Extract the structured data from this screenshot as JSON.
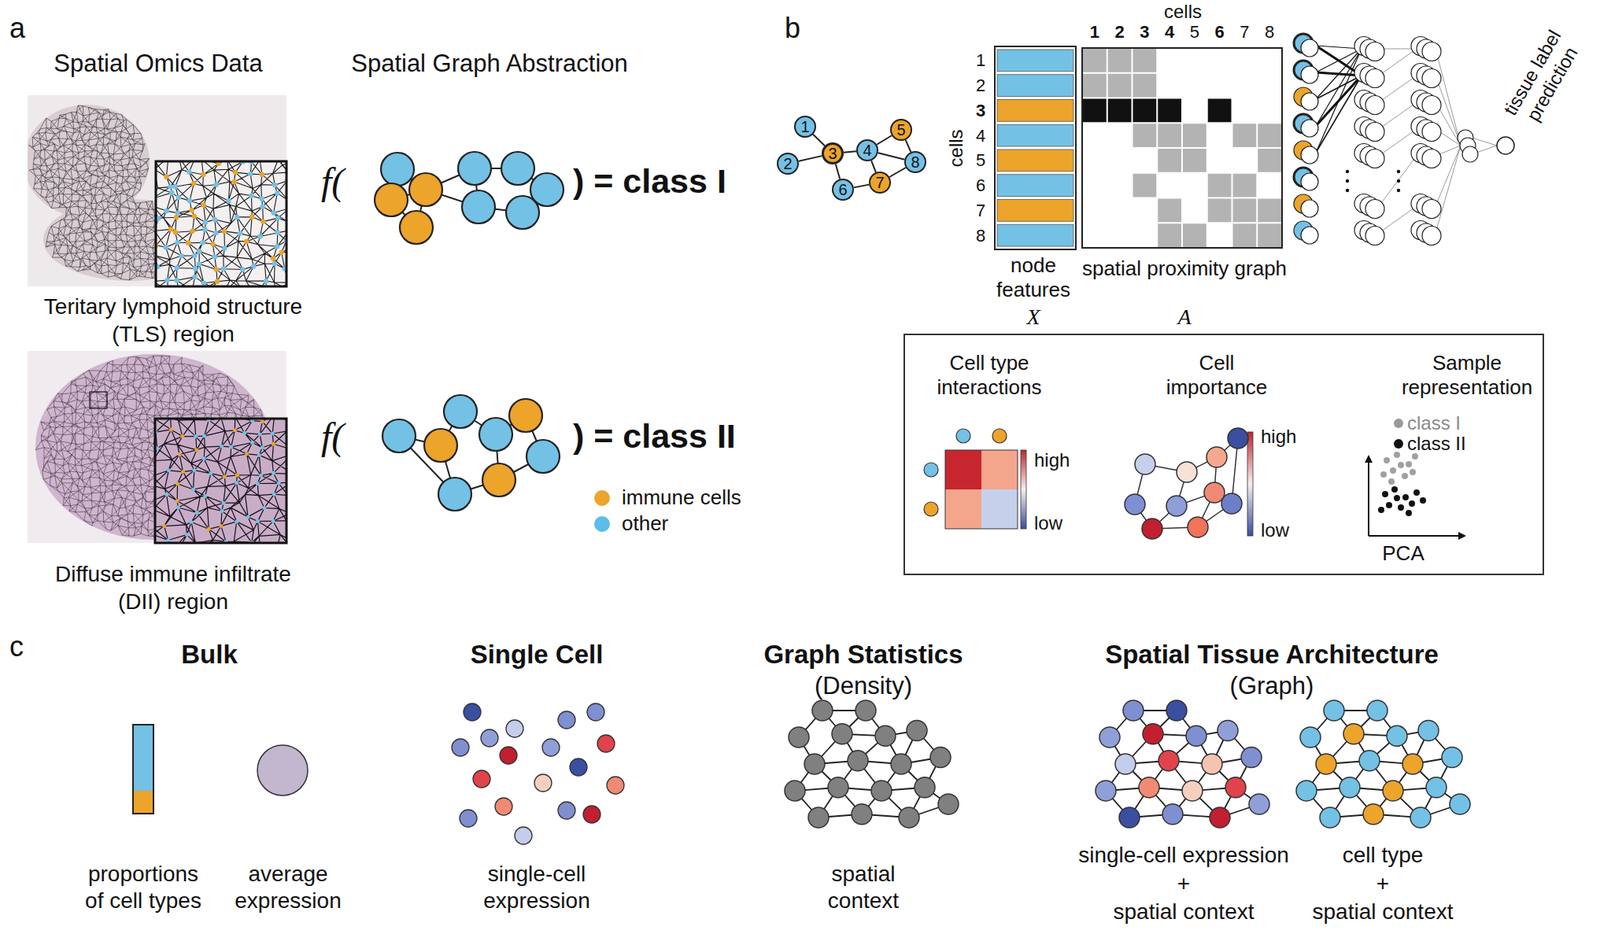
{
  "diagram": {
    "nodes": [
      {
        "text": [
          "1"
        ]
      },
      {
        "text": [
          "2"
        ]
      },
      {
        "text": [
          "3"
        ]
      },
      {
        "text": [
          "4"
        ]
      },
      {
        "text": [
          "5"
        ]
      },
      {
        "text": [
          "6"
        ]
      },
      {
        "text": [
          "7"
        ]
      },
      {
        "text": [
          "8"
        ]
      }
    ],
    "edges": [
      {
        "from": 0,
        "to": 2,
        "arrow": "none"
      },
      {
        "from": 1,
        "to": 2,
        "arrow": "none"
      },
      {
        "from": 2,
        "to": 3,
        "arrow": "none"
      },
      {
        "from": 2,
        "to": 5,
        "arrow": "none"
      },
      {
        "from": 3,
        "to": 4,
        "arrow": "none"
      },
      {
        "from": 3,
        "to": 6,
        "arrow": "none"
      },
      {
        "from": 3,
        "to": 7,
        "arrow": "none"
      },
      {
        "from": 4,
        "to": 7,
        "arrow": "none"
      },
      {
        "from": 5,
        "to": 6,
        "arrow": "none"
      },
      {
        "from": 6,
        "to": 7,
        "arrow": "none"
      }
    ],
    "labels": [
      "a",
      "Spatial Omics Data",
      "Spatial Graph Abstraction",
      "Teritary lymphoid structure (TLS) region",
      "f(",
      ") = class I",
      "Diffuse immune infiltrate (DII) region",
      "f(",
      ") = class II",
      "b",
      "cells",
      "1",
      "2",
      "3",
      "4",
      "5",
      "6",
      "7",
      "8",
      "cells",
      "1",
      "2",
      "3",
      "4",
      "5",
      "6",
      "7",
      "8",
      "node features",
      "spatial proximity graph",
      "X",
      "A",
      "tissue label prediction",
      "Cell type interactions",
      "high",
      "low",
      "Cell importance",
      "high",
      "low",
      "Sample representation",
      "PCA",
      "c",
      "Bulk",
      "proportions of cell types",
      "average expression",
      "Single Cell",
      "single-cell expression",
      "Graph Statistics",
      "(Density)",
      "spatial context",
      "Spatial Tissue Architecture",
      "(Graph)",
      "single-cell expression",
      "+",
      "spatial context",
      "cell type",
      "+",
      "spatial context"
    ],
    "legend": [
      {
        "text": "immune cells",
        "color": "#eca42b"
      },
      {
        "text": "other",
        "color": "#5bbde8"
      },
      {
        "text": "class I",
        "color": "#9a9a9a"
      },
      {
        "text": "class II",
        "color": "#111111"
      }
    ]
  }
}
